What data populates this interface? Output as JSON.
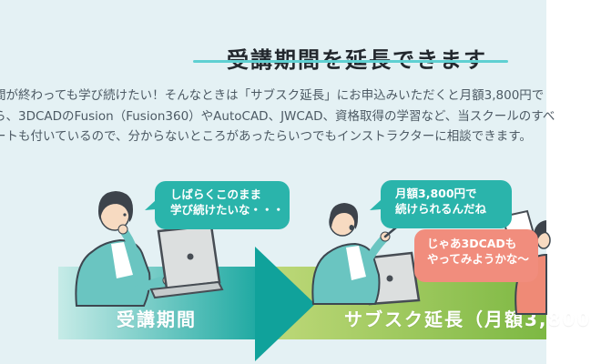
{
  "header": {
    "title": "受講期間を延長できます"
  },
  "intro": {
    "lines": [
      "間が終わっても学び続けたい！そんなときは「サブスク延長」にお申込みいただくと月額3,800円で",
      "ら、3DCADのFusion（Fusion360）やAutoCAD、JWCAD、資格取得の学習など、当スクールのすべ",
      "ートも付いているので、分からないところがあったらいつでもインストラクターに相談できます。"
    ]
  },
  "speech_bubbles": {
    "stay_learning": {
      "line1": "しばらくこのまま",
      "line2": "学び続けたいな・・・"
    },
    "monthly_price": {
      "line1": "月額3,800円で",
      "line2": "続けられるんだね"
    },
    "try_3dcad": {
      "line1": "じゃあ3DCADも",
      "line2": "やってみようかな〜"
    }
  },
  "timeline": {
    "course_period_label": "受講期間",
    "extension_label": "サブスク延長（月額3,800"
  },
  "colors": {
    "background": "#e4f1f4",
    "title_text": "#23282e",
    "title_underline": "#5fd0d2",
    "body_text": "#4d5a64",
    "teal_bubble": "#2ab4ab",
    "pink_bubble": "#f18d7d",
    "band_teal_light": "#c6ebe7",
    "band_teal_dark": "#21aaa3",
    "arrow_head_teal": "#10a29b",
    "band_green_light": "#c1da7b",
    "band_green_dark": "#7db843"
  }
}
